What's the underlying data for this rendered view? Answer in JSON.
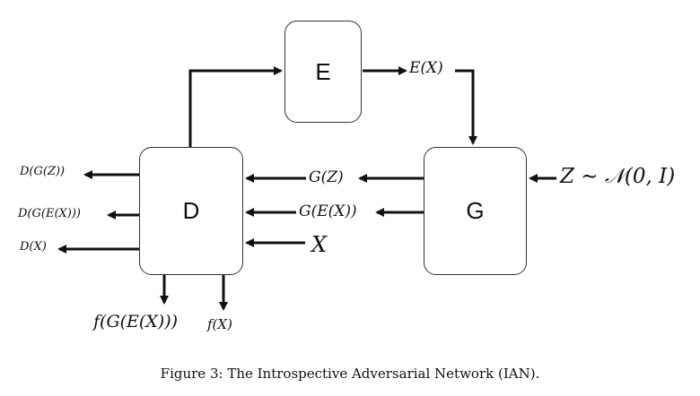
{
  "diagram": {
    "nodes": {
      "e": "E",
      "d": "D",
      "g": "G"
    },
    "edges": {
      "e_out": "E(X)",
      "g_to_d_z": "G(Z)",
      "g_to_d_ex": "G(E(X))",
      "x_in": "X",
      "z_in": "Z ∼ 𝒩(0, I)",
      "d_out_gz": "D(G(Z))",
      "d_out_gex": "D(G(E(X)))",
      "d_out_x": "D(X)",
      "f_gex": "f(G(E(X)))",
      "f_x": "f(X)"
    },
    "caption": "Figure 3: The Introspective Adversarial Network (IAN)."
  }
}
